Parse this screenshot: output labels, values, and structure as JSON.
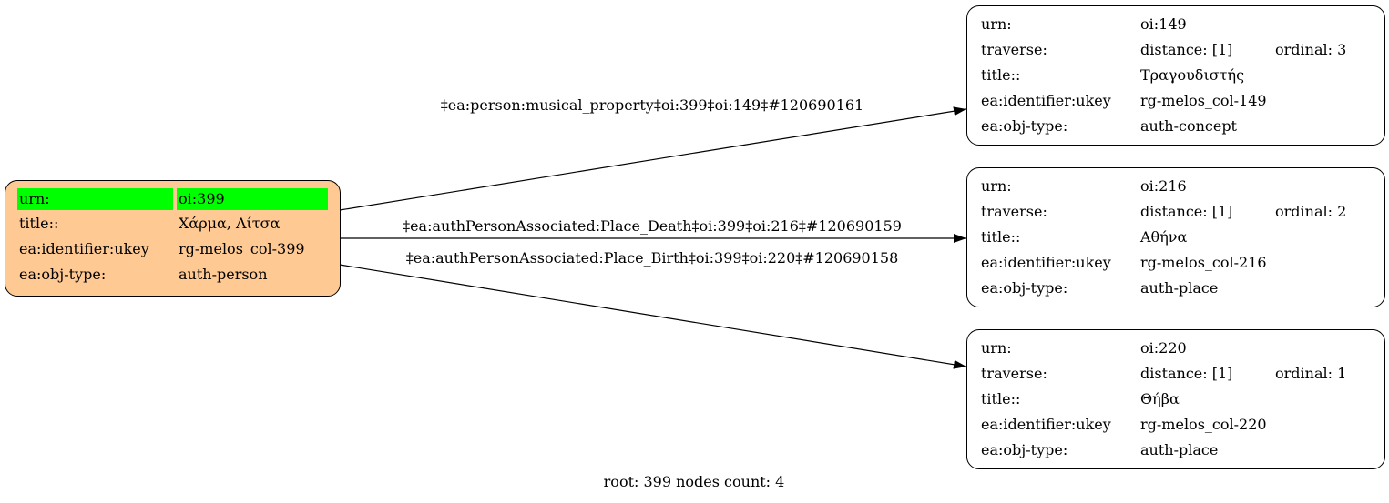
{
  "root_node": {
    "fill": "#ffc994",
    "highlight": "#00ff00",
    "rows": [
      {
        "label": "urn:",
        "value": "oi:399"
      },
      {
        "label": "title::",
        "value": "Χάρμα, Λίτσα"
      },
      {
        "label": "ea:identifier:ukey",
        "value": "rg-melos_col-399"
      },
      {
        "label": "ea:obj-type:",
        "value": "auth-person"
      }
    ]
  },
  "nodes": [
    {
      "urn_label": "urn:",
      "urn": "oi:149",
      "traverse_label": "traverse:",
      "distance": "distance: [1]",
      "ordinal": "ordinal: 3",
      "title_label": "title::",
      "title": "Τραγουδιστής",
      "ukey_label": "ea:identifier:ukey",
      "ukey": "rg-melos_col-149",
      "type_label": "ea:obj-type:",
      "type": "auth-concept"
    },
    {
      "urn_label": "urn:",
      "urn": "oi:216",
      "traverse_label": "traverse:",
      "distance": "distance: [1]",
      "ordinal": "ordinal: 2",
      "title_label": "title::",
      "title": "Αθήνα",
      "ukey_label": "ea:identifier:ukey",
      "ukey": "rg-melos_col-216",
      "type_label": "ea:obj-type:",
      "type": "auth-place"
    },
    {
      "urn_label": "urn:",
      "urn": "oi:220",
      "traverse_label": "traverse:",
      "distance": "distance: [1]",
      "ordinal": "ordinal: 1",
      "title_label": "title::",
      "title": "Θήβα",
      "ukey_label": "ea:identifier:ukey",
      "ukey": "rg-melos_col-220",
      "type_label": "ea:obj-type:",
      "type": "auth-place"
    }
  ],
  "edges": [
    {
      "label": "‡ea:person:musical_property‡oi:399‡oi:149‡#120690161"
    },
    {
      "label": "‡ea:authPersonAssociated:Place_Death‡oi:399‡oi:216‡#120690159"
    },
    {
      "label": "‡ea:authPersonAssociated:Place_Birth‡oi:399‡oi:220‡#120690158"
    }
  ],
  "footer": "root: 399 nodes count: 4"
}
